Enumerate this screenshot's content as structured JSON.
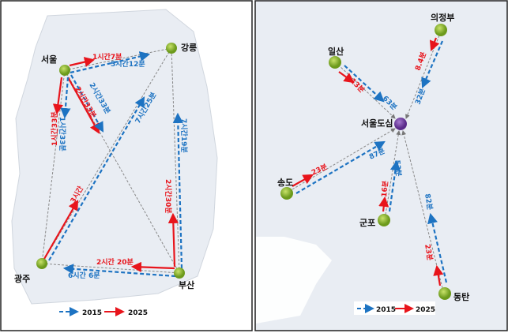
{
  "colors": {
    "y2015": "#1d73c2",
    "y2025": "#e8141b",
    "node": "#8dbb2c",
    "center": "#7a3fa8",
    "land": "#e9edf3"
  },
  "legend": {
    "y2015": "2015",
    "y2025": "2025"
  },
  "national": {
    "cities": {
      "seoul": "서울",
      "gangneung": "강릉",
      "gwangju": "광주",
      "busan": "부산"
    },
    "times": {
      "seoul_gangneung_2025": "1시간7분",
      "seoul_gangneung_2015": "5시간12분",
      "seoul_busan_2015": "2시간33분",
      "seoul_busan_2025": "2시간33분",
      "seoul_gwangju_2025": "1시간33분",
      "seoul_gwangju_2015": "1시간33분",
      "gwangju_gangneung_2015": "7시간25분",
      "gwangju_gangneung_2025": "3시간",
      "busan_gangneung_2015": "7시간19분",
      "busan_gangneung_2025": "2시간30분",
      "busan_gwangju_2025": "2시간 20분",
      "busan_gwangju_2015": "6시간 6분"
    }
  },
  "metro": {
    "cities": {
      "center": "서울도심",
      "uijeongbu": "의정부",
      "ilsan": "일산",
      "songdo": "송도",
      "gunpo": "군포",
      "dongtan": "동탄"
    },
    "times": {
      "ilsan_2025": "13분",
      "ilsan_2015": "63분",
      "uijeongbu_2025": "8.4분",
      "uijeongbu_2015": "32분",
      "songdo_2025": "23분",
      "songdo_2015": "87분",
      "gunpo_2025": "16분",
      "gunpo_2015": "53분",
      "dongtan_2015": "82분",
      "dongtan_2025": "23분"
    }
  }
}
